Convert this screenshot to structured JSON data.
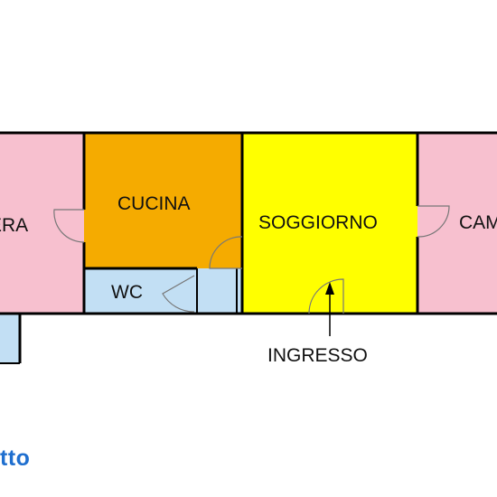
{
  "colors": {
    "camera": "#f7c0cf",
    "cucina": "#f5ab00",
    "soggiorno": "#ffff00",
    "wc": "#c2dff4",
    "corridor": "#c2dff4",
    "wall": "#000000",
    "door": "#777777",
    "brand": "#1f6fcf"
  },
  "rooms": {
    "left_bedroom": "ERA",
    "kitchen": "CUCINA",
    "living": "SOGGIORNO",
    "wc": "WC",
    "right_bedroom": "CAM"
  },
  "entrance_label": "INGRESSO",
  "brand_text": "tto"
}
